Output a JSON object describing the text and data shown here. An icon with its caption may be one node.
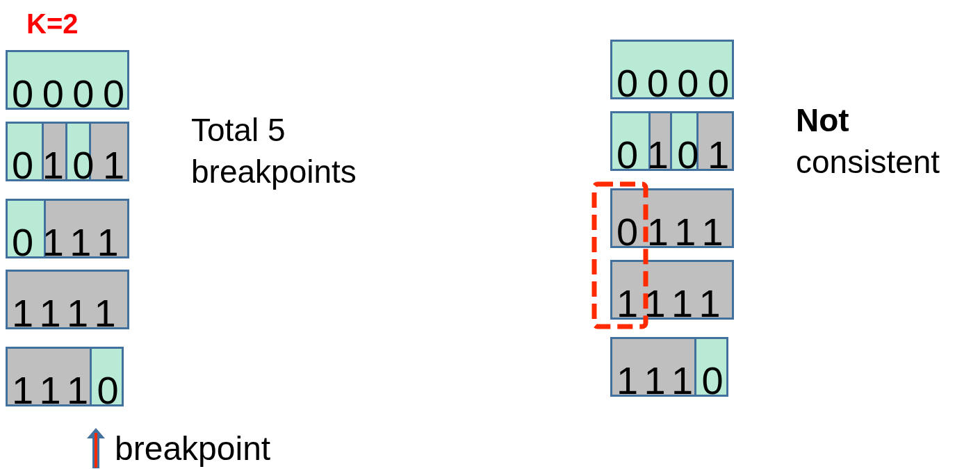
{
  "diagram": {
    "nodes": [
      {
        "text": [
          "0000"
        ]
      },
      {
        "text": [
          "0101"
        ]
      },
      {
        "text": [
          "0111"
        ]
      },
      {
        "text": [
          "1111"
        ]
      },
      {
        "text": [
          "1110"
        ]
      },
      {
        "text": [
          "0000"
        ]
      },
      {
        "text": [
          "0101"
        ]
      },
      {
        "text": [
          "0111"
        ]
      },
      {
        "text": [
          "1111"
        ]
      },
      {
        "text": [
          "1110"
        ]
      }
    ],
    "labels": [
      "K=2",
      "Total 5 breakpoints",
      "**Not** consistent"
    ],
    "legend": [
      {
        "text": "breakpoint"
      }
    ]
  }
}
